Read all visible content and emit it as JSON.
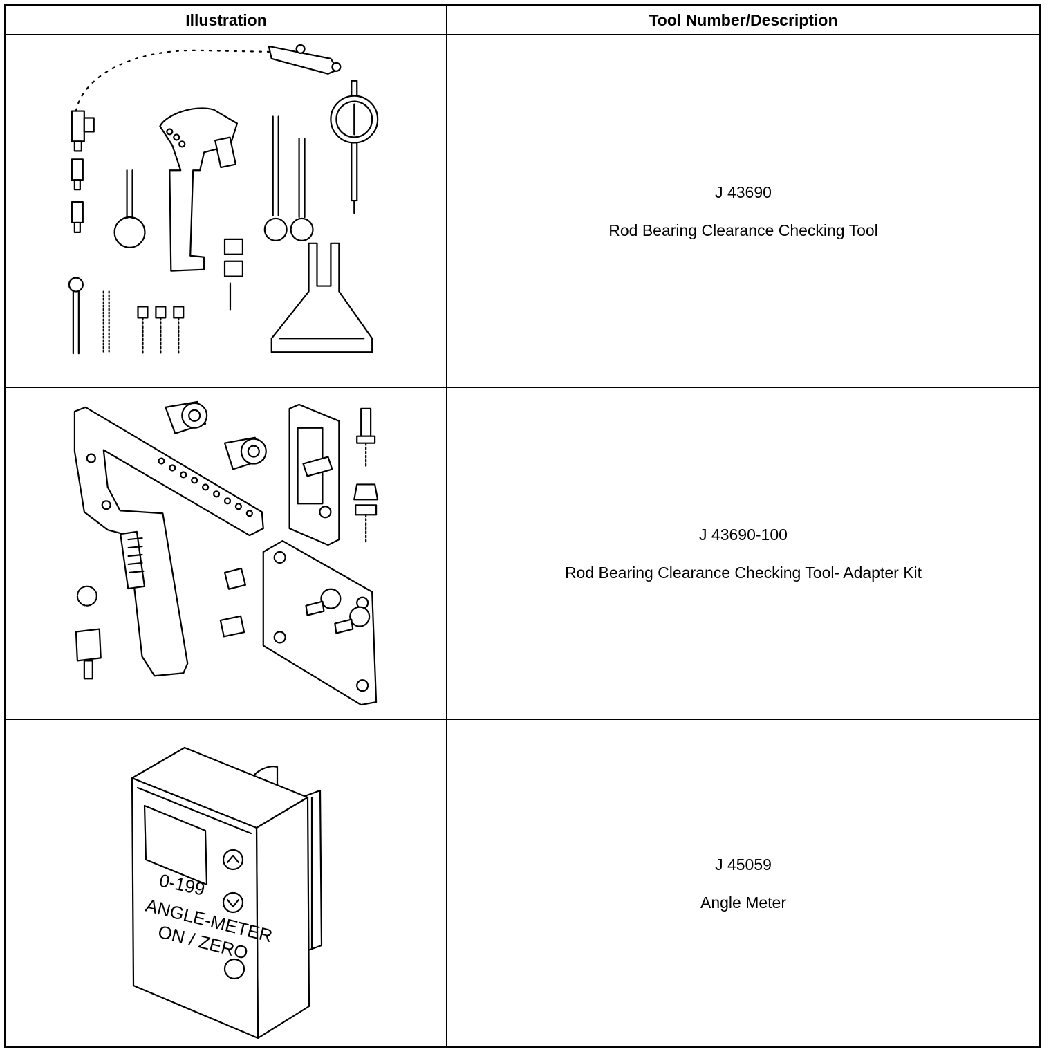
{
  "table": {
    "header": {
      "illustration": "Illustration",
      "description": "Tool Number/Description"
    },
    "rows": [
      {
        "tool_number": "J 43690",
        "description": "Rod Bearing Clearance Checking Tool"
      },
      {
        "tool_number": "J 43690-100",
        "description": "Rod Bearing Clearance Checking Tool- Adapter Kit"
      },
      {
        "tool_number": "J 45059",
        "description": "Angle Meter"
      }
    ]
  },
  "angle_meter_labels": {
    "range": "0-199",
    "name": "ANGLE-METER",
    "button": "ON / ZERO"
  }
}
